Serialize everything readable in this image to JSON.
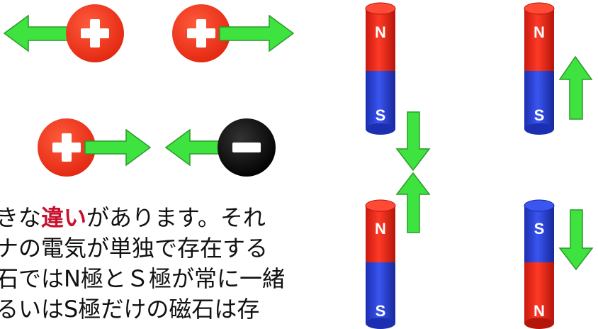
{
  "colors": {
    "positive": "#f23a1f",
    "negative": "#111111",
    "arrow": "#3fe33f",
    "arrow_outline": "#2a9a2a",
    "magnet_red": "#ef2b1c",
    "magnet_blue": "#2a43d6",
    "highlight_text": "#c8102e"
  },
  "charges": [
    {
      "sign": "plus",
      "arrow": "left",
      "icon": "plus-icon"
    },
    {
      "sign": "plus",
      "arrow": "right",
      "icon": "plus-icon"
    },
    {
      "sign": "plus",
      "arrow": "right",
      "icon": "plus-icon"
    },
    {
      "sign": "minus",
      "arrow": "left",
      "icon": "minus-icon"
    }
  ],
  "magnets": [
    {
      "top_pole": "N",
      "bottom_pole": "S",
      "arrow": "down"
    },
    {
      "top_pole": "N",
      "bottom_pole": "S",
      "arrow": "up"
    },
    {
      "top_pole": "N",
      "bottom_pole": "S",
      "arrow": "up"
    },
    {
      "top_pole": "S",
      "bottom_pole": "N",
      "arrow": "down"
    }
  ],
  "text": {
    "line1_pre": "きな",
    "line1_highlight": "違い",
    "line1_post": "があります。それ",
    "line2": "ナの電気が単独で存在する",
    "line3": "石ではN極とＳ極が常に一緒",
    "line4": "るいはS極だけの磁石は存"
  }
}
